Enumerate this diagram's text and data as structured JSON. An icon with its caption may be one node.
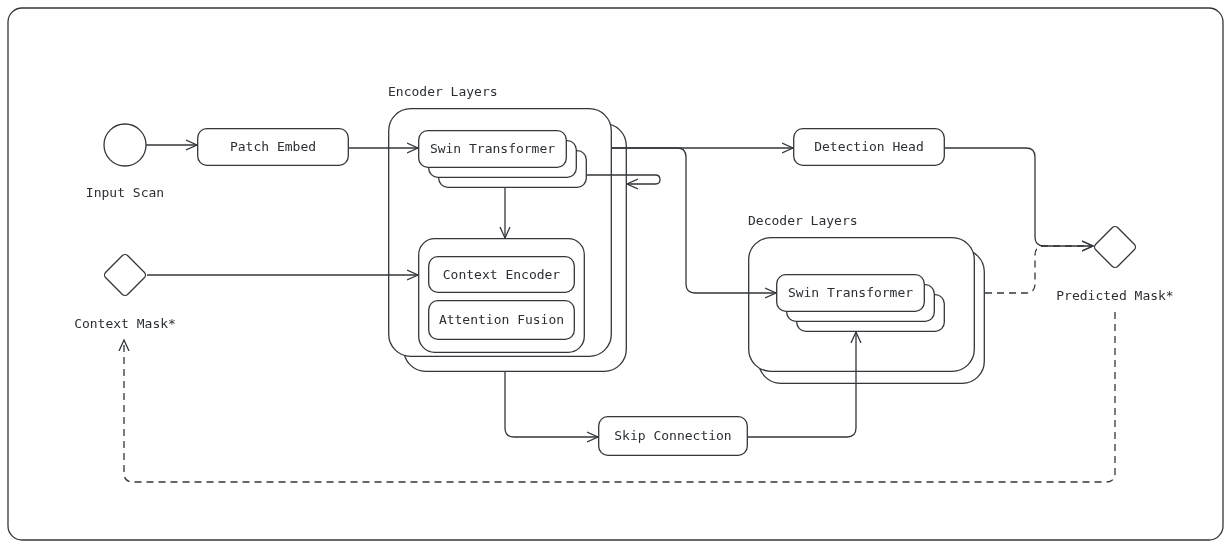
{
  "diagram": {
    "nodes": [
      {
        "text": [
          "Input Scan"
        ]
      },
      {
        "text": [
          "Patch Embed"
        ]
      },
      {
        "text": [
          "Encoder Layers"
        ]
      },
      {
        "text": [
          "Swin Transformer"
        ],
        "in": 2
      },
      {
        "text": [],
        "shape": "box",
        "in": 2
      },
      {
        "text": [
          "Context Encoder"
        ],
        "in": 4
      },
      {
        "text": [
          "Attention Fusion"
        ],
        "in": 4
      },
      {
        "text": [
          "Context Mask*"
        ]
      },
      {
        "text": [
          "Detection Head"
        ]
      },
      {
        "text": [
          "Decoder Layers"
        ]
      },
      {
        "text": [
          "Swin Transformer"
        ],
        "in": 9
      },
      {
        "text": [
          "Skip Connection"
        ]
      },
      {
        "text": [
          "Predicted Mask*"
        ]
      }
    ],
    "edges": [
      {
        "from": 0,
        "to": 1,
        "arrow": "to"
      },
      {
        "from": 1,
        "to": 3,
        "arrow": "to"
      },
      {
        "from": 3,
        "to": 2,
        "arrow": "to"
      },
      {
        "from": 3,
        "to": 4,
        "arrow": "to"
      },
      {
        "from": 7,
        "to": 4,
        "arrow": "to"
      },
      {
        "from": 2,
        "to": 8,
        "arrow": "to"
      },
      {
        "from": 2,
        "to": 10,
        "arrow": "to"
      },
      {
        "from": 8,
        "to": 12,
        "arrow": "to"
      },
      {
        "from": 9,
        "to": 12,
        "arrow": "to",
        "style": "dashed"
      },
      {
        "from": 2,
        "to": 11,
        "arrow": "to"
      },
      {
        "from": 11,
        "to": 10,
        "arrow": "to"
      },
      {
        "from": 12,
        "to": 7,
        "arrow": "to",
        "style": "dashed"
      }
    ]
  }
}
